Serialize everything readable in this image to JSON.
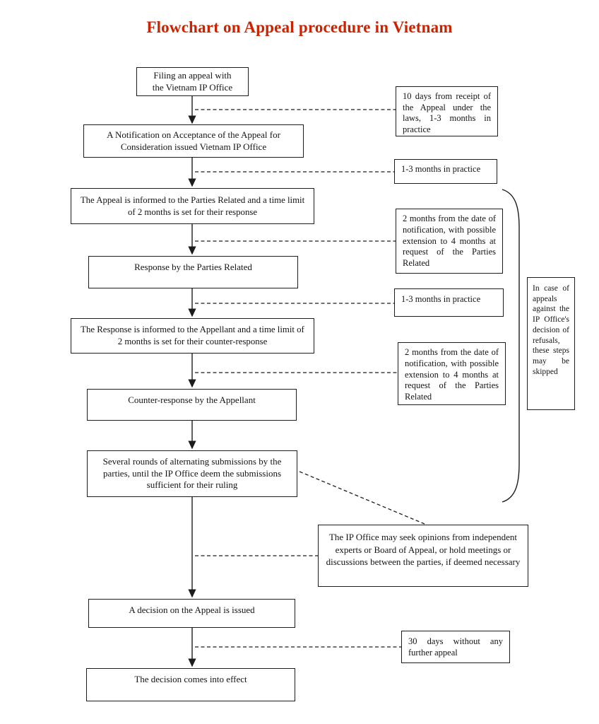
{
  "title": "Flowchart on Appeal procedure in Vietnam",
  "title_color": "#cc2200",
  "line_color": "#1c1c1c",
  "nodes": [
    {
      "id": "filing",
      "text": "Filing an appeal with\nthe Vietnam IP Office"
    },
    {
      "id": "notification",
      "text": "A Notification on Acceptance of the Appeal for Consideration issued Vietnam IP Office"
    },
    {
      "id": "appeal-informed",
      "text": "The Appeal is informed to the Parties Related and a time limit of 2 months is set for their response"
    },
    {
      "id": "response",
      "text": "Response by the Parties Related"
    },
    {
      "id": "response-informed",
      "text": "The Response is informed to the Appellant and a time limit of 2 months is set for their counter-response"
    },
    {
      "id": "counter-response",
      "text": "Counter-response by the Appellant"
    },
    {
      "id": "several-rounds",
      "text": "Several rounds of alternating submissions by the parties, until the IP Office deem the submissions sufficient for their ruling"
    },
    {
      "id": "decision-issued",
      "text": "A decision on the Appeal is issued"
    },
    {
      "id": "decision-effect",
      "text": "The decision comes into effect"
    }
  ],
  "annotations": [
    {
      "id": "ten-days",
      "text": "10 days from receipt of the Appeal under the laws, 1-3 months in practice"
    },
    {
      "id": "one-three-months-1",
      "text": "1-3 months in practice"
    },
    {
      "id": "two-months-1",
      "text": "2 months from the date of notification, with possible extension to 4 months at request of the Parties Related"
    },
    {
      "id": "one-three-months-2",
      "text": "1-3 months in practice"
    },
    {
      "id": "two-months-2",
      "text": "2 months from the date of notification, with possible extension to 4 months at request of the Parties Related"
    },
    {
      "id": "seek-opinions",
      "text": "The IP Office may seek opinions from independent experts or Board of Appeal, or hold meetings or discussions between the parties, if deemed necessary"
    },
    {
      "id": "thirty-days",
      "text": "30 days without any further appeal"
    }
  ],
  "side_note": {
    "text": "In case of appeals against the IP Office's decision of refusals, these steps may be skipped"
  }
}
